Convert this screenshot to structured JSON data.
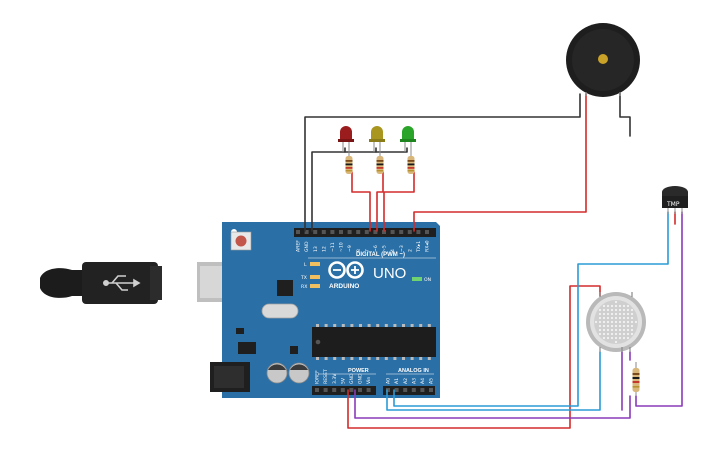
{
  "board": {
    "name": "UNO",
    "brand": "ARDUINO",
    "digital_header": "DIGITAL (PWM ~)",
    "power_header": "POWER",
    "analog_header": "ANALOG IN",
    "on_label": "ON",
    "led_l": "L",
    "led_tx": "TX",
    "led_rx": "RX",
    "digital_pins": [
      "AREF",
      "GND",
      "13",
      "12",
      "~11",
      "~10",
      "~9",
      "8",
      "7",
      "~6",
      "~5",
      "4",
      "~3",
      "2",
      "TX▸1",
      "RX◂0"
    ],
    "power_pins": [
      "IOREF",
      "RESET",
      "3.3V",
      "5V",
      "GND",
      "GND",
      "Vin"
    ],
    "analog_pins": [
      "A0",
      "A1",
      "A2",
      "A3",
      "A4",
      "A5"
    ]
  },
  "components": {
    "temp_sensor_label": "TMP",
    "leds": [
      {
        "name": "red-led",
        "color": "#9b1c1c"
      },
      {
        "name": "yellow-led",
        "color": "#a8961e"
      },
      {
        "name": "green-led",
        "color": "#2aa52a"
      }
    ]
  },
  "colors": {
    "board": "#2a6fa6",
    "board_dark": "#1f5a88",
    "wire_red": "#d42b2b",
    "wire_black": "#333333",
    "wire_blue": "#2a9bd6",
    "wire_purple": "#8a3ab8",
    "buzzer": "#1e1e1e",
    "buzzer_center": "#c9a227"
  }
}
